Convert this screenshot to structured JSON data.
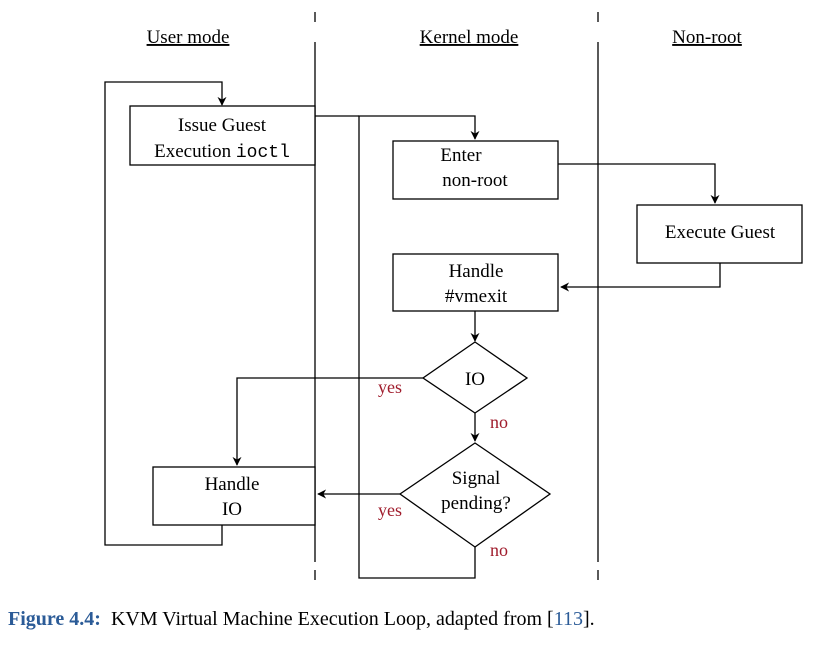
{
  "lanes": {
    "user": "User mode",
    "kernel": "Kernel mode",
    "nonroot": "Non-root"
  },
  "nodes": {
    "issue_line1": "Issue Guest",
    "issue_line2_prefix": "Execution ",
    "issue_line2_code": "ioctl",
    "enter_line1": "Enter",
    "enter_line2": "non-root",
    "execute": "Execute Guest",
    "vmexit_line1": "Handle",
    "vmexit_line2": "#vmexit",
    "io_decision": "IO",
    "signal_line1": "Signal",
    "signal_line2": "pending?",
    "handleio_line1": "Handle",
    "handleio_line2": "IO"
  },
  "edges": {
    "io_yes": "yes",
    "io_no": "no",
    "signal_yes": "yes",
    "signal_no": "no"
  },
  "caption": {
    "label": "Figure 4.4:",
    "text": "KVM Virtual Machine Execution Loop, adapted from [",
    "ref": "113",
    "suffix": "]."
  }
}
